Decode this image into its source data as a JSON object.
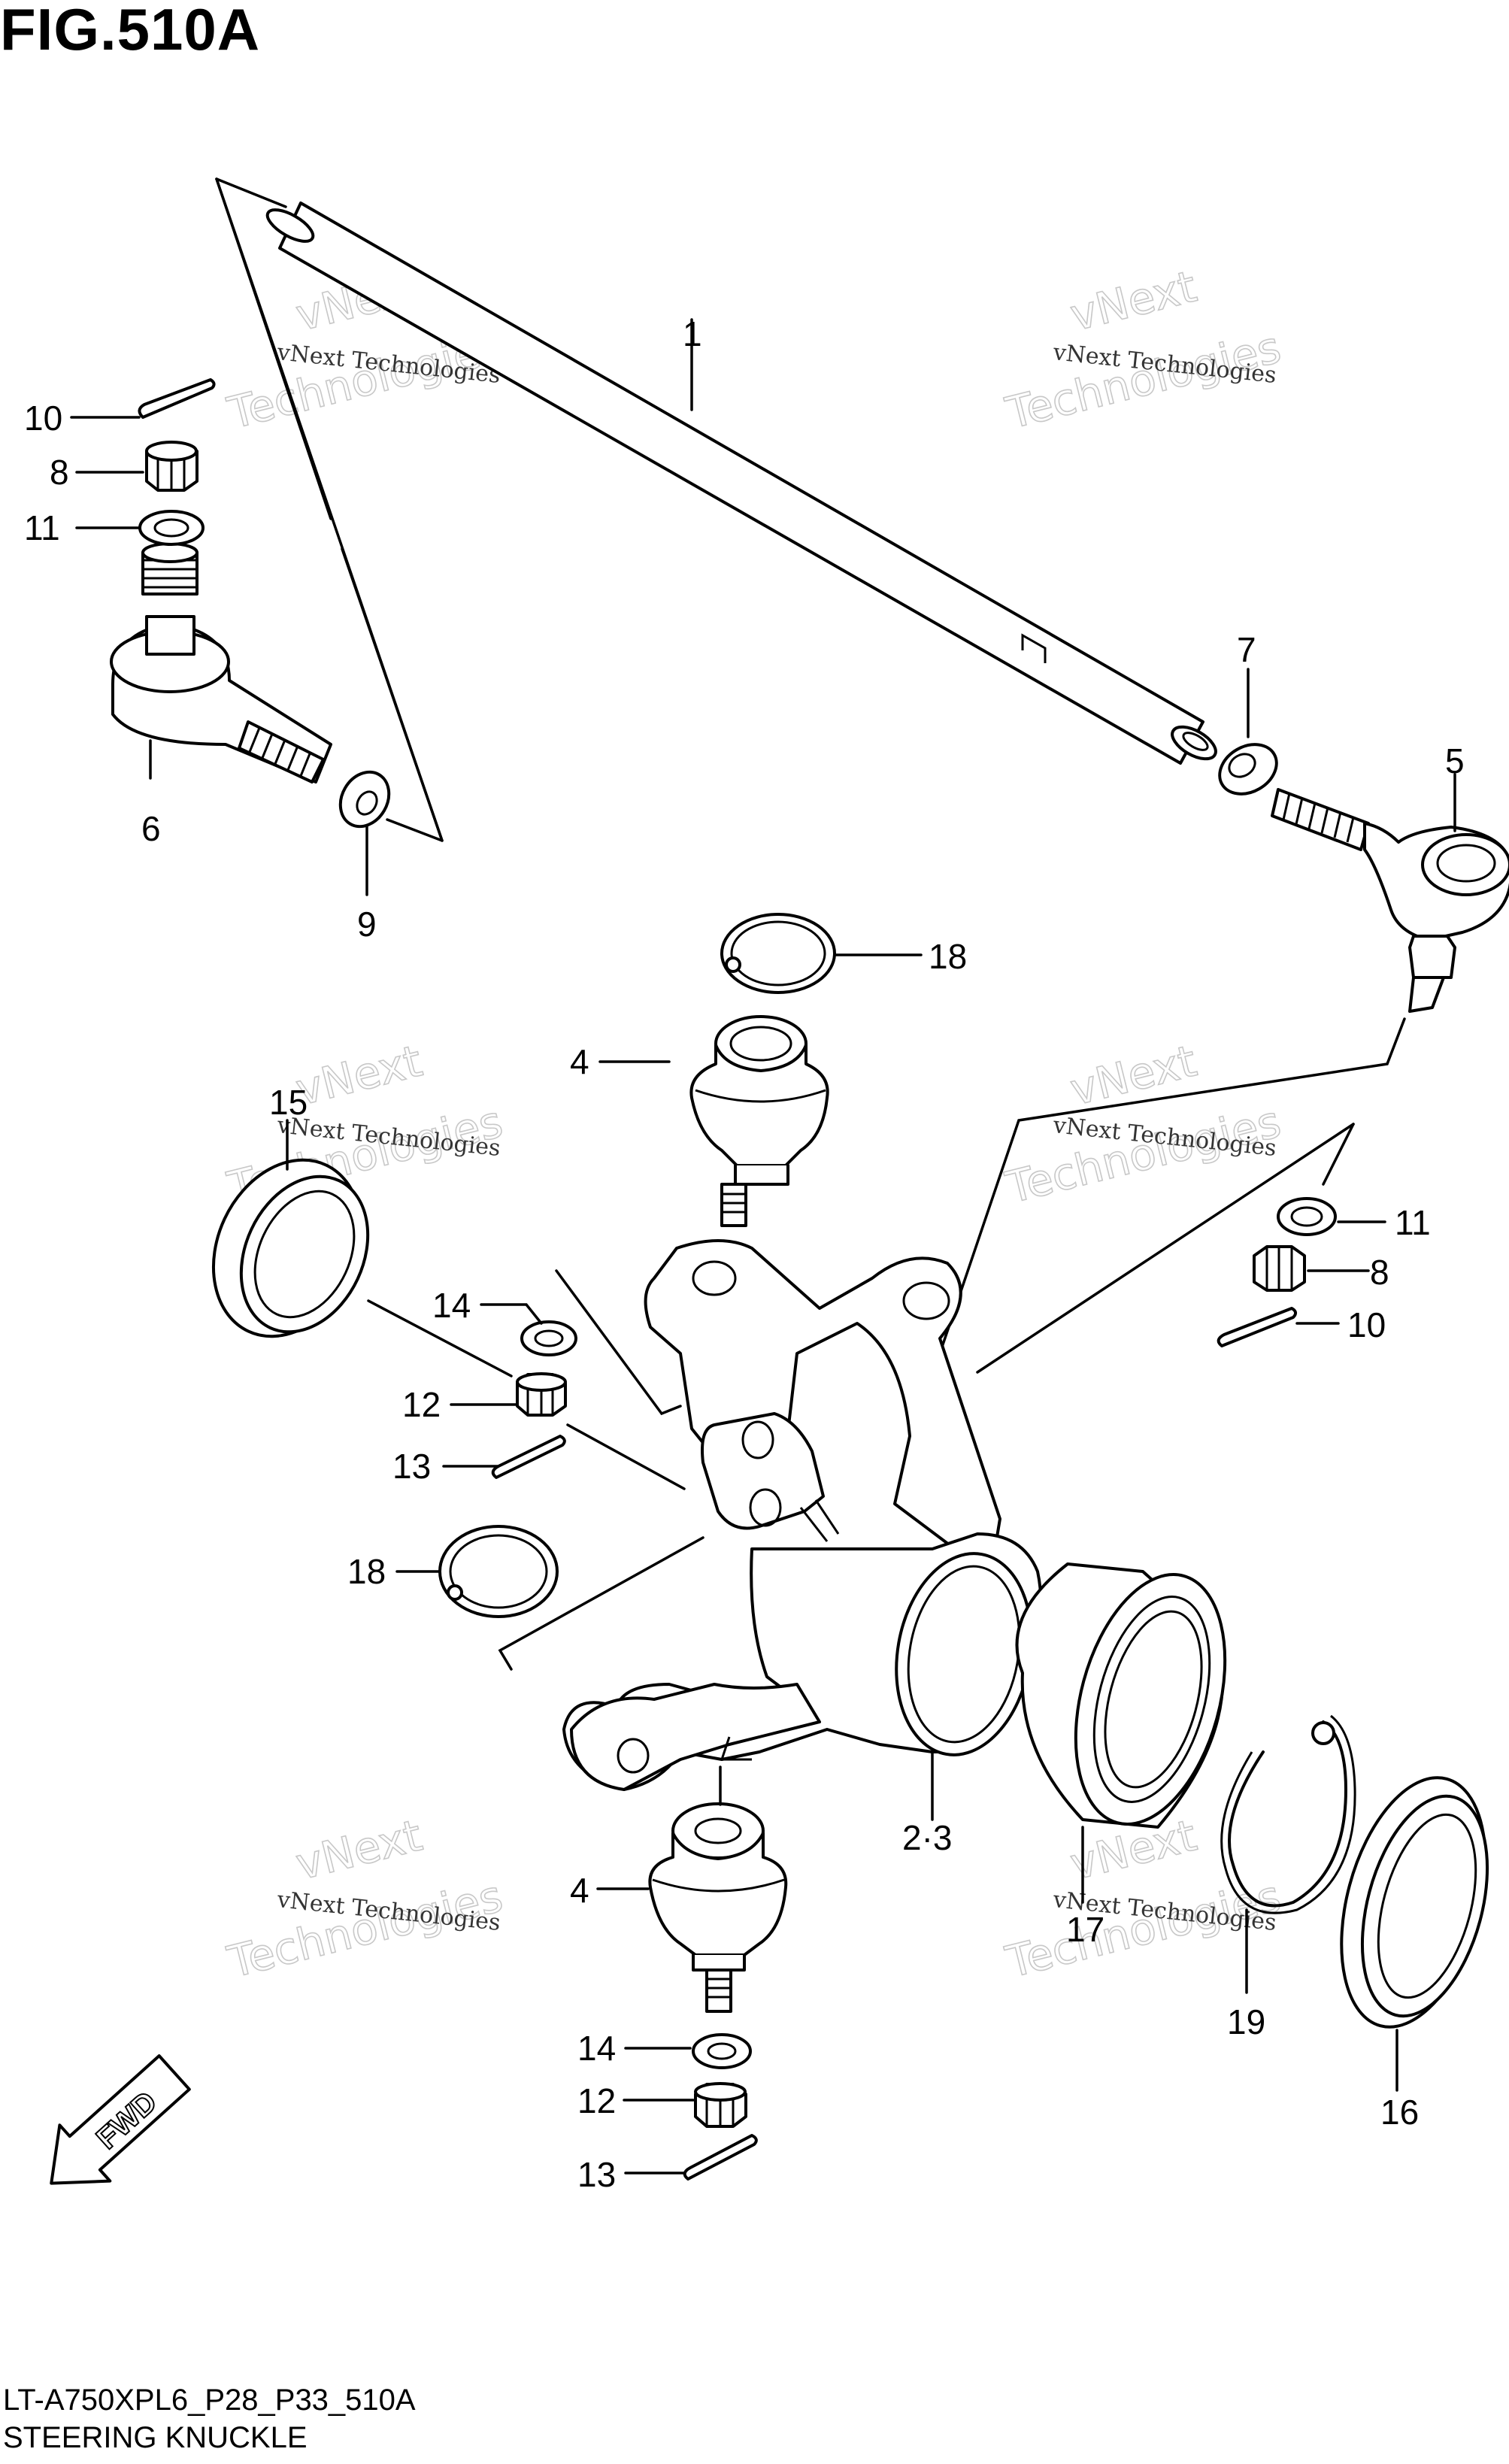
{
  "title": "FIG.510A",
  "labels": {
    "l1": "1",
    "l2_3": "2·3",
    "l4a": "4",
    "l4b": "4",
    "l5": "5",
    "l6": "6",
    "l7": "7",
    "l8a": "8",
    "l8b": "8",
    "l9": "9",
    "l10a": "10",
    "l10b": "10",
    "l11a": "11",
    "l11b": "11",
    "l12a": "12",
    "l12b": "12",
    "l13a": "13",
    "l13b": "13",
    "l14a": "14",
    "l14b": "14",
    "l15": "15",
    "l16": "16",
    "l17": "17",
    "l18a": "18",
    "l18b": "18",
    "l19": "19"
  },
  "watermark": {
    "line1": "vNext Technologies",
    "line2": "vNext",
    "line3": "Technologies"
  },
  "fwd_label": "FWD",
  "footer": {
    "code": "LT-A750XPL6_P28_P33_510A",
    "name": "STEERING KNUCKLE"
  }
}
